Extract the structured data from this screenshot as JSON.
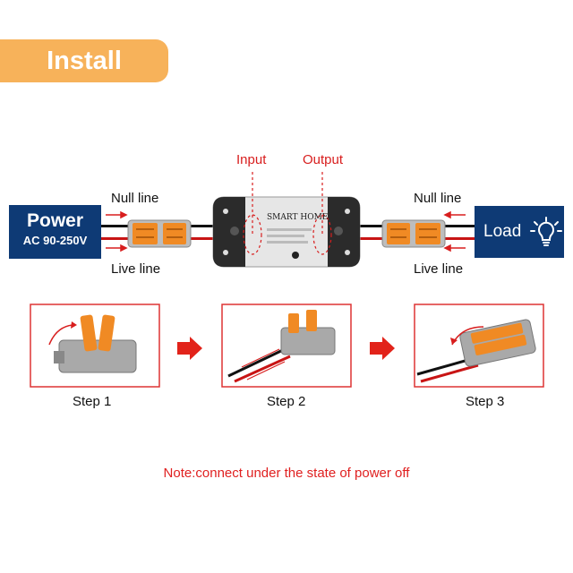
{
  "header": {
    "title": "Install"
  },
  "diagram": {
    "power": {
      "title": "Power",
      "spec": "AC 90-250V"
    },
    "load": {
      "label": "Load"
    },
    "left_null": "Null line",
    "left_live": "Live line",
    "right_null": "Null line",
    "right_live": "Live line",
    "input_label": "Input",
    "output_label": "Output",
    "device_brand": "SMART HOME",
    "colors": {
      "navy": "#0e3a75",
      "orange": "#f7b25a",
      "red": "#d81e1e"
    }
  },
  "steps": [
    {
      "label": "Step 1"
    },
    {
      "label": "Step 2"
    },
    {
      "label": "Step 3"
    }
  ],
  "note": "Note:connect under the state of power off"
}
